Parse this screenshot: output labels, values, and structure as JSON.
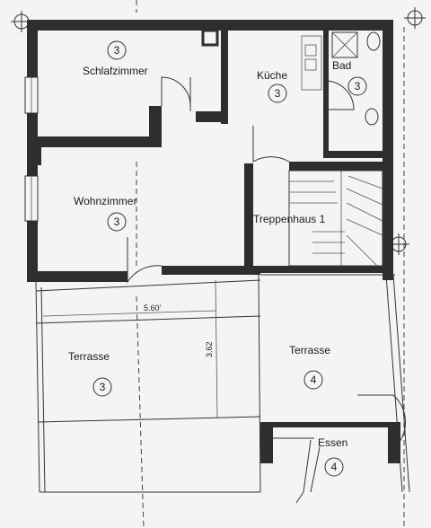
{
  "rooms": {
    "schlafzimmer": {
      "label": "Schlafzimmer",
      "number": "3"
    },
    "kueche": {
      "label": "Küche",
      "number": "3"
    },
    "bad": {
      "label": "Bad",
      "number": "3"
    },
    "wohnzimmer": {
      "label": "Wohnzimmer",
      "number": "3"
    },
    "treppenhaus": {
      "label": "Treppenhaus 1"
    },
    "terrasse_left": {
      "label": "Terrasse",
      "number": "3"
    },
    "terrasse_right": {
      "label": "Terrasse",
      "number": "4"
    },
    "essen": {
      "label": "Essen",
      "number": "4"
    }
  },
  "dimensions": {
    "width": "5.60'",
    "depth": "3.62"
  }
}
